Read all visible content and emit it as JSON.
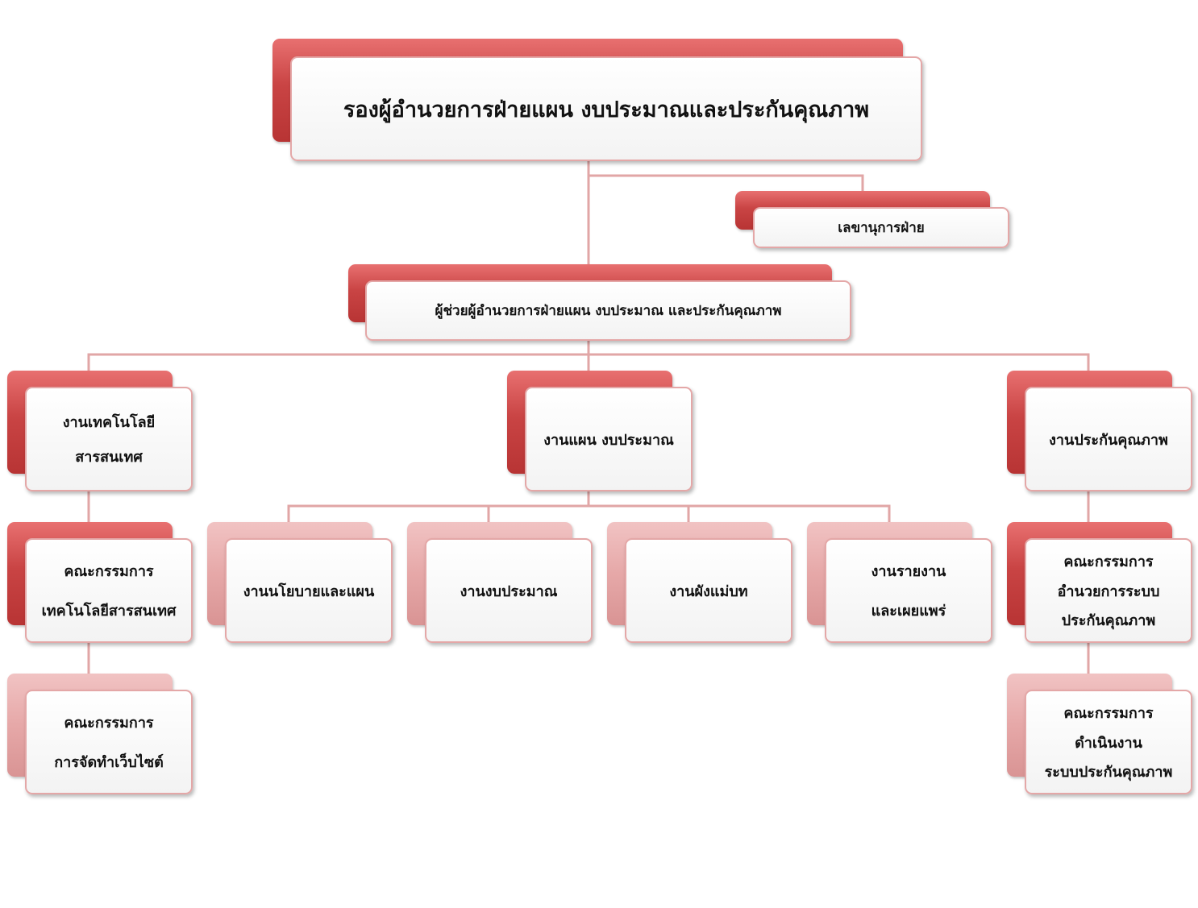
{
  "colors": {
    "connector": "#e1a6a6",
    "accent_dark": "#c94444",
    "accent_light": "#e6a8a8"
  },
  "deputy_director": {
    "lines": [
      "รองผู้อำนวยการฝ่ายแผน งบประมาณและประกันคุณภาพ"
    ]
  },
  "secretary": {
    "lines": [
      "เลขานุการฝ่าย"
    ]
  },
  "assistant_director": {
    "lines": [
      "ผู้ช่วยผู้อำนวยการฝ่ายแผน งบประมาณ และประกันคุณภาพ"
    ]
  },
  "it_work": {
    "lines": [
      "งานเทคโนโลยี",
      "สารสนเทศ"
    ]
  },
  "plan_budget_work": {
    "lines": [
      "งานแผน  งบประมาณ"
    ]
  },
  "qa_work": {
    "lines": [
      "งานประกันคุณภาพ"
    ]
  },
  "it_committee": {
    "lines": [
      "คณะกรรมการ",
      "เทคโนโลยีสารสนเทศ"
    ]
  },
  "website_committee": {
    "lines": [
      "คณะกรรมการ",
      "การจัดทำเว็บไซต์"
    ]
  },
  "policy_plan_work": {
    "lines": [
      "งานนโยบายและแผน"
    ]
  },
  "budget_work": {
    "lines": [
      "งานงบประมาณ"
    ]
  },
  "master_plan_work": {
    "lines": [
      "งานผังแม่บท"
    ]
  },
  "report_work": {
    "lines": [
      "งานรายงาน",
      "และเผยแพร่"
    ]
  },
  "qa_admin_committee": {
    "lines": [
      "คณะกรรมการ",
      "อำนวยการระบบ",
      "ประกันคุณภาพ"
    ]
  },
  "qa_operation_committee": {
    "lines": [
      "คณะกรรมการ",
      "ดำเนินงาน",
      "ระบบประกันคุณภาพ"
    ]
  }
}
